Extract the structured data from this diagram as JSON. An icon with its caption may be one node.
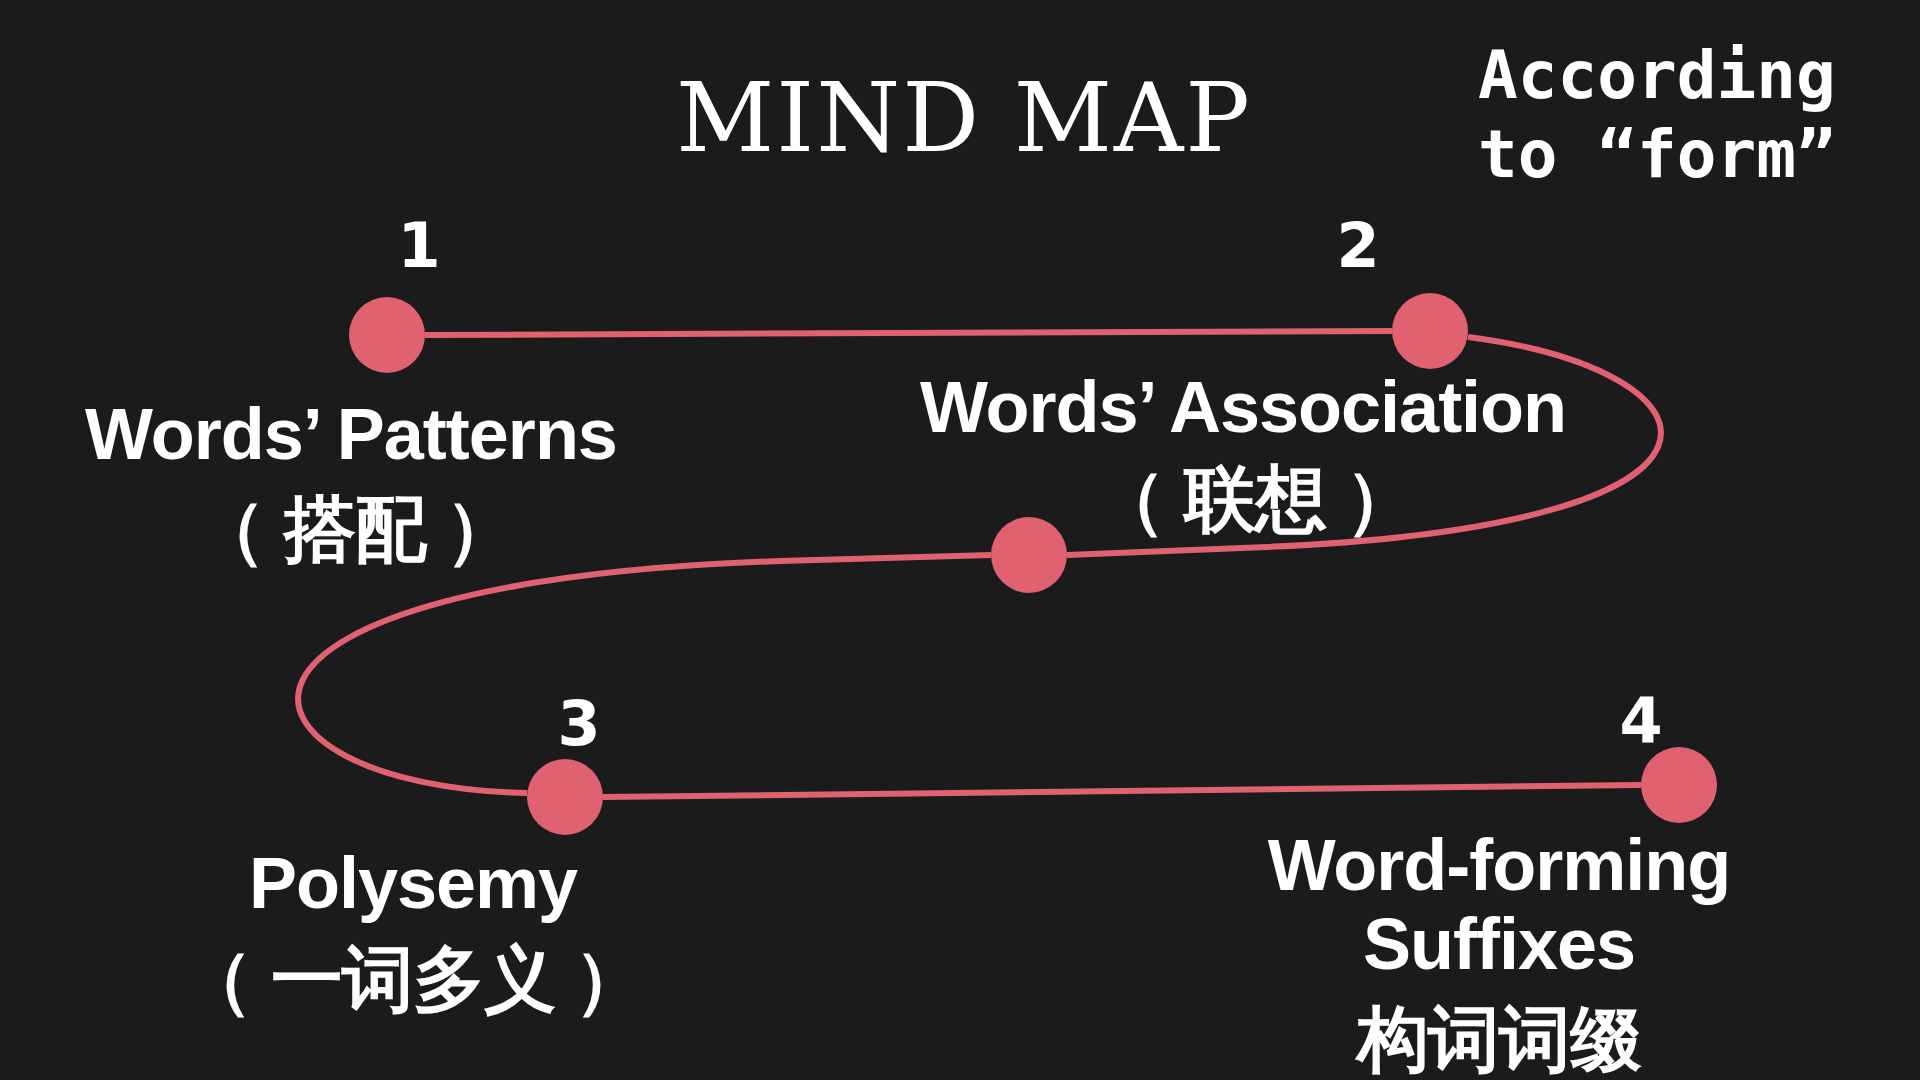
{
  "diagram": {
    "title": "MIND MAP",
    "nodes": [
      {
        "text": [
          "Words’ Patterns",
          "（ 搭配 ）"
        ],
        "beside": [
          "1"
        ]
      },
      {
        "text": [
          "Words’ Association",
          "（ 联想 ）"
        ],
        "beside": [
          "2"
        ]
      },
      {
        "text": [],
        "shape": "circle"
      },
      {
        "text": [
          "Polysemy",
          "（ 一词多义 ）"
        ],
        "beside": [
          "3"
        ]
      },
      {
        "text": [
          "Word-forming Suffixes",
          "构词词缀"
        ],
        "beside": [
          "4"
        ]
      }
    ],
    "edges": [
      {
        "from": 0,
        "to": 1,
        "arrow": "none"
      },
      {
        "from": 1,
        "to": 2,
        "arrow": "none"
      },
      {
        "from": 2,
        "to": 3,
        "arrow": "none"
      },
      {
        "from": 3,
        "to": 4,
        "arrow": "none"
      }
    ],
    "labels": [
      "According to “form”"
    ]
  }
}
